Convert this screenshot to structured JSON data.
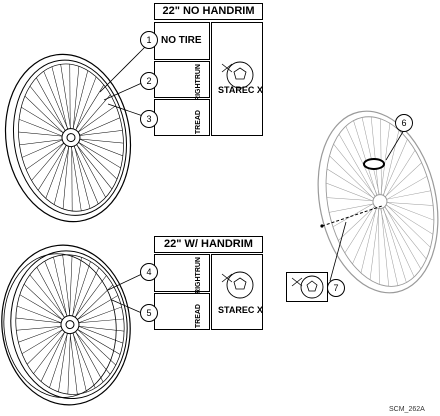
{
  "table_top": {
    "header": "22\" NO HANDRIM",
    "cells": [
      {
        "callout": "1",
        "label": "NO TIRE"
      },
      {
        "callout": "2",
        "label": "RIGHTRUN"
      },
      {
        "callout": "3",
        "label": "TREAD"
      }
    ],
    "brand": "STAREC X"
  },
  "table_bottom": {
    "header": "22\" W/ HANDRIM",
    "cells": [
      {
        "callout": "4",
        "label": "RIGHTRUN"
      },
      {
        "callout": "5",
        "label": "TREAD"
      }
    ],
    "brand": "STAREC X"
  },
  "right_callouts": {
    "hub_cap": "6",
    "axle_box": "7"
  },
  "drawing_code": "SCM_262A"
}
